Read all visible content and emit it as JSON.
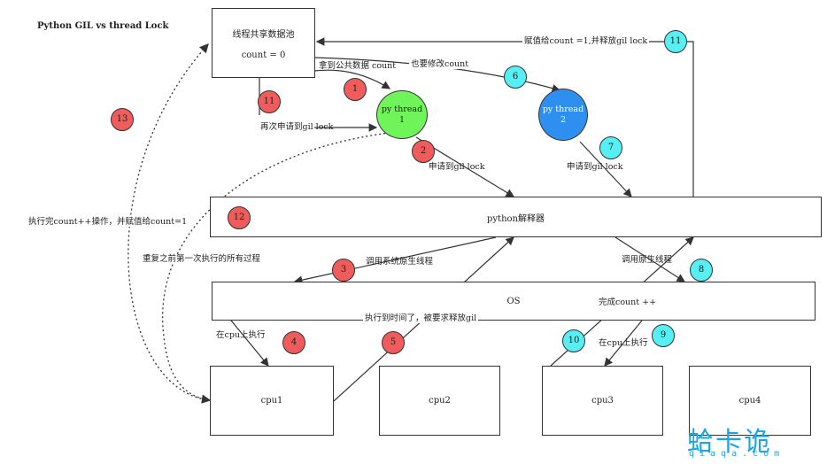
{
  "title": "Python GIL   vs thread Lock",
  "pool": {
    "title": "线程共享数据池",
    "count": "count = 0"
  },
  "thread1": {
    "line1": "py thread",
    "line2": "1"
  },
  "thread2": {
    "line1": "py thread",
    "line2": "2"
  },
  "interpreter": "python解释器",
  "os": "OS",
  "cpus": [
    "cpu1",
    "cpu2",
    "cpu3",
    "cpu4"
  ],
  "labels": {
    "get_count": "拿到公共数据 count",
    "modify_count": "也要修改count",
    "assign_release": "赋值给count =1,并释放gil lock",
    "reapply": "再次申请到gil lock",
    "apply1": "申请到gil lock",
    "apply2": "申请到gil lock",
    "call_native1": "调用系统原生线程",
    "call_native2": "调用原生线程",
    "done_count": "完成count ++",
    "run_cpu1": "在cpu上执行",
    "run_cpu3": "在cpu上执行",
    "time_up": "执行到时间了，被要求释放gil",
    "exec_done": "执行完count++操作，并赋值给count=1",
    "repeat": "重复之前第一次执行的所有过程"
  },
  "badges": {
    "b1": "1",
    "b2": "2",
    "b3": "3",
    "b4": "4",
    "b5": "5",
    "b6": "6",
    "b7": "7",
    "b8": "8",
    "b9": "9",
    "b10": "10",
    "b11a": "11",
    "b11b": "11",
    "b12": "12",
    "b13": "13"
  },
  "colors": {
    "red": "#f05b5b",
    "cyan": "#56f0f4",
    "green": "#6ff55a",
    "blue": "#2f8ff0",
    "logo": "#1aa6e0"
  },
  "watermark": {
    "cn": "蛤卡诡",
    "en": "qiaqa.com"
  }
}
